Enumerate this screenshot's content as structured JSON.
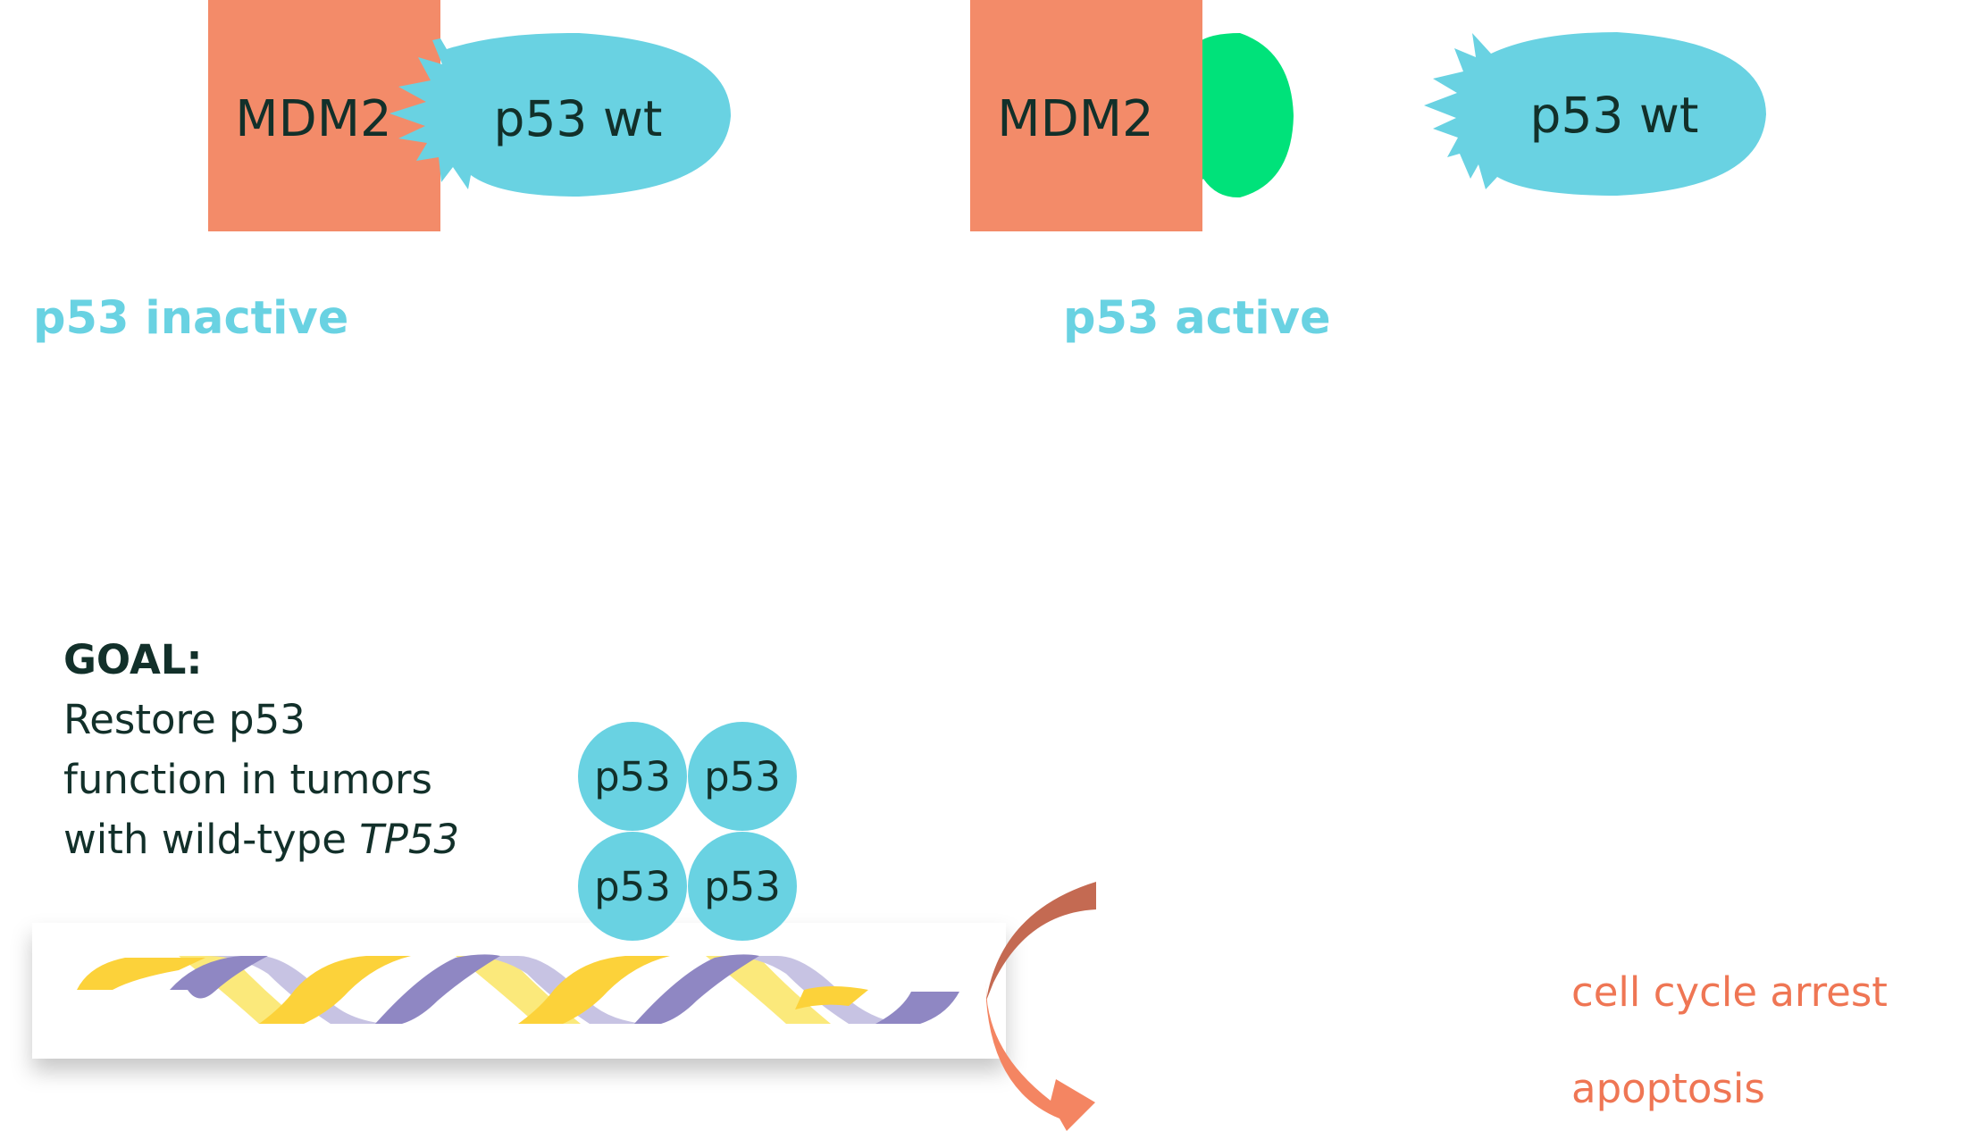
{
  "colors": {
    "mdm2": "#f38b69",
    "p53": "#69d2e2",
    "inhibitor": "#00e27a",
    "title_cyan": "#69d2e2",
    "text_dark": "#12302a",
    "outcome": "#ef7654",
    "arrow_dark": "#c46a52",
    "arrow_light": "#f48562",
    "dna_yellow_dark": "#fcd23a",
    "dna_yellow_light": "#fbe97b",
    "dna_purple_dark": "#8f87c3",
    "dna_purple_light": "#c7c3e3"
  },
  "panel_inactive": {
    "mdm2_label": "MDM2",
    "p53_label": "p53 wt",
    "title": "p53 inactive"
  },
  "panel_active": {
    "mdm2_label": "MDM2",
    "p53_label": "p53 wt",
    "title": "p53 active"
  },
  "goal": {
    "heading": "GOAL:",
    "line1": "Restore p53",
    "line2": "function in tumors",
    "line3_prefix": "with wild-type ",
    "line3_gene": "TP53"
  },
  "tetramer": {
    "labels": [
      "p53",
      "p53",
      "p53",
      "p53"
    ]
  },
  "outcomes": {
    "first": "cell cycle arrest",
    "second": "apoptosis"
  }
}
